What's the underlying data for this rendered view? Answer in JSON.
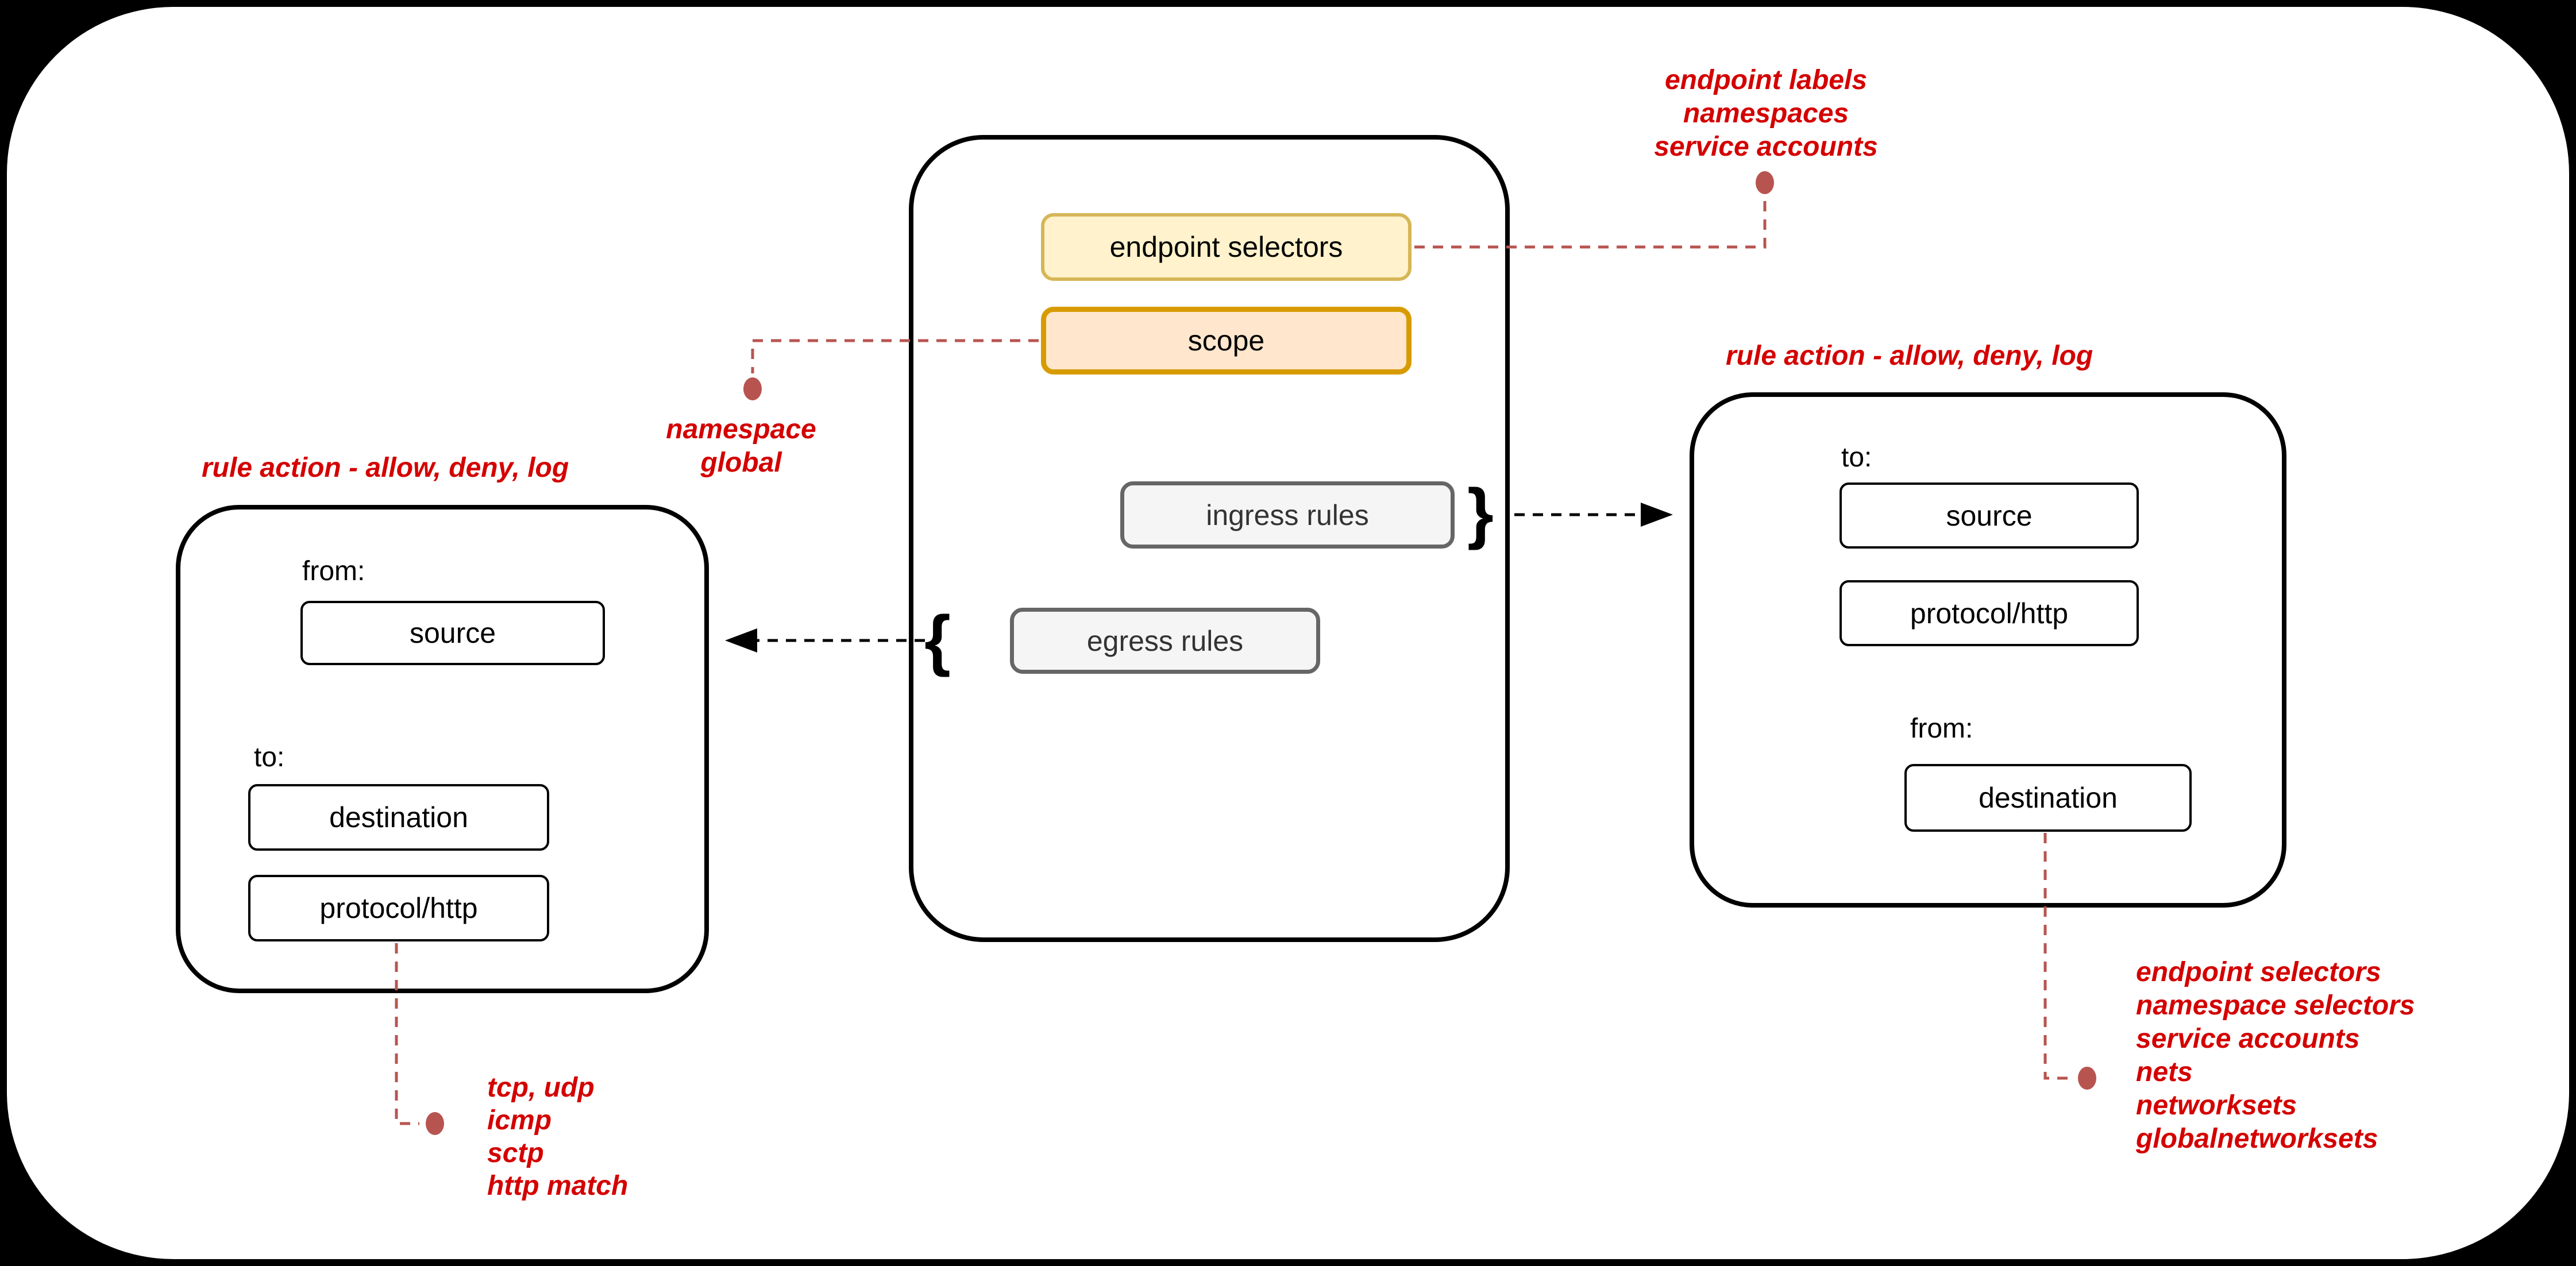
{
  "colors": {
    "background": "#000000",
    "panel": "#ffffff",
    "red_text": "#D40000",
    "connector": "#B85450",
    "yellow_fill": "#FFF2CC",
    "yellow_border": "#D6B656",
    "orange_fill": "#FFE6CC",
    "orange_border": "#D79B00",
    "gray_fill": "#F5F5F5",
    "gray_border": "#666666"
  },
  "policy_box": {
    "endpoint_selectors_label": "endpoint selectors",
    "scope_label": "scope",
    "ingress_rules_label": "ingress rules",
    "egress_rules_label": "egress rules",
    "ingress_brace": "}",
    "egress_brace": "{"
  },
  "egress_rule_box": {
    "title": "rule action - allow, deny, log",
    "from_label": "from:",
    "source_label": "source",
    "to_label": "to:",
    "destination_label": "destination",
    "protocol_label": "protocol/http"
  },
  "ingress_rule_box": {
    "title": "rule action - allow, deny, log",
    "to_label": "to:",
    "source_label": "source",
    "protocol_label": "protocol/http",
    "from_label": "from:",
    "destination_label": "destination"
  },
  "annotations": {
    "endpoint_selector_options": {
      "lines": [
        "endpoint labels",
        "namespaces",
        "service accounts"
      ]
    },
    "scope_options": {
      "lines": [
        "namespace",
        "global"
      ]
    },
    "protocol_options": {
      "lines": [
        "tcp, udp",
        "icmp",
        "sctp",
        "http match"
      ]
    },
    "destination_options": {
      "lines": [
        "endpoint selectors",
        "namespace selectors",
        "service accounts",
        "nets",
        "networksets",
        "globalnetworksets"
      ]
    }
  }
}
